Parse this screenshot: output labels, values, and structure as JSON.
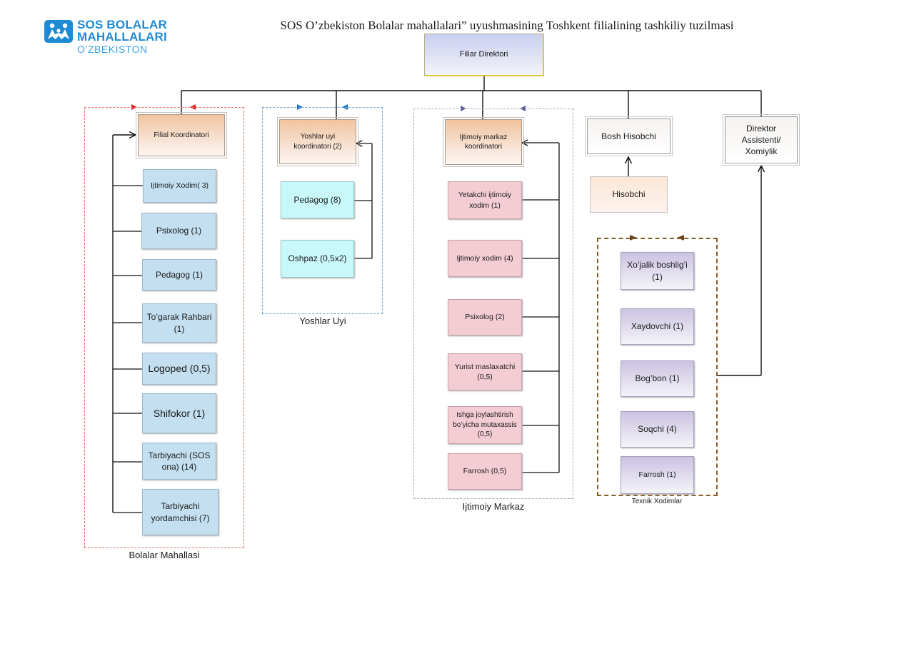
{
  "header": {
    "logo_line1": "SOS BOLALAR",
    "logo_line2": "MAHALLALARI",
    "logo_line3": "O’ZBEKISTON",
    "title": "SOS O’zbekiston Bolalar mahallalari” uyushmasining Toshkent filialining tashkiliy tuzilmasi"
  },
  "colors": {
    "logo_blue": "#1e8ad4",
    "bolalar_group_border": "#e36a6a",
    "yoshlar_group_border": "#6aa5d8",
    "ijtimoiy_group_border": "#a9aab7",
    "texnik_group_border": "#8a5a22"
  },
  "director": "Filiar Direktori",
  "bosh_hisobchi": "Bosh Hisobchi",
  "hisobchi": "Hisobchi",
  "direktor_assistenti": "Direktor Assistenti/ Xomiylik",
  "groups": {
    "bolalar": {
      "label": "Bolalar Mahallasi",
      "coordinator": "Filial Koordinatori",
      "members": [
        "Ijtimoiy Xodim( 3)",
        "Psixolog (1)",
        "Pedagog (1)",
        "To’garak Rahbari (1)",
        "Logoped (0,5)",
        "Shifokor (1)",
        "Tarbiyachi (SOS ona) (14)",
        "Tarbiyachi yordamchisi (7)"
      ]
    },
    "yoshlar": {
      "label": "Yoshlar Uyi",
      "coordinator": "Yoshlar uyi koordinatori (2)",
      "members": [
        "Pedagog (8)",
        "Oshpaz (0,5x2)"
      ]
    },
    "ijtimoiy": {
      "label": "Ijtimoiy Markaz",
      "coordinator": "Ijtimoiy markaz koordinatori",
      "members": [
        "Yetakchi ijtimoiy xodim (1)",
        "Ijtimoiy xodim (4)",
        "Psixolog (2)",
        "Yurist maslaxatchi (0,5)",
        "Ishga joylashtirish bo’yicha mutaxassis (0,5)",
        "Farrosh  (0,5)"
      ]
    },
    "texnik": {
      "label": "Texnik Xodimlar",
      "members": [
        "Xo’jalik boshlig’i (1)",
        "Xaydovchi (1)",
        "Bog’bon (1)",
        "Soqchi (4)",
        "Farrosh (1)"
      ]
    }
  }
}
